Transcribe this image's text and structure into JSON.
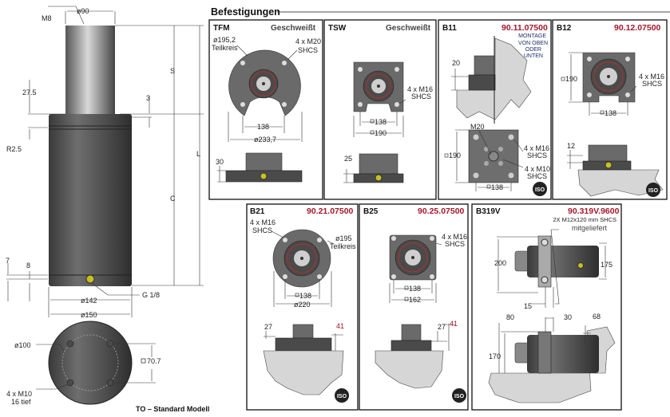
{
  "colors": {
    "accent_code": "#a3182b",
    "note": "#1a2f6b",
    "metal": "#5a5a5a",
    "port": "#c8c020"
  },
  "main": {
    "labels": {
      "m8": "M8",
      "d90": "ø90",
      "s": "S",
      "l": "L",
      "c": "C",
      "d275": "27.5",
      "d3": "3",
      "r25": "R2.5",
      "d7": "7",
      "d8": "8",
      "g18": "G 1/8",
      "d142": "ø142",
      "d150": "ø150",
      "d100": "ø100",
      "sq707": "70.7",
      "m10a": "4 x M10",
      "m10b": "16 tief"
    },
    "caption": "TO – Standard Modell"
  },
  "section_title": "Befestigungen",
  "panels": {
    "tfm": {
      "name": "TFM",
      "sub": "Geschweißt",
      "l1": "ø195,2",
      "l2": "Teilkreis",
      "l3": "4 x M20",
      "l4": "SHCS",
      "d1": "138",
      "d2": "ø233,7",
      "h": "30"
    },
    "tsw": {
      "name": "TSW",
      "sub": "Geschweißt",
      "l1": "4 x M16",
      "l2": "SHCS",
      "d1": "138",
      "d2": "190",
      "h": "25"
    },
    "b11": {
      "name": "B11",
      "code": "90.11.07500",
      "n1": "MONTAGE",
      "n2": "VON OBEN",
      "n3": "ODER",
      "n4": "UNTEN",
      "h": "20",
      "m20": "M20",
      "sq": "190",
      "l1": "4 x M16",
      "l2": "SHCS",
      "l3": "4 x M10",
      "l4": "SHCS",
      "d1": "138",
      "iso": "ISO"
    },
    "b12": {
      "name": "B12",
      "code": "90.12.07500",
      "sq": "190",
      "l1": "4 x M16",
      "l2": "SHCS",
      "d1": "138",
      "h": "12",
      "iso": "ISO"
    },
    "b21": {
      "name": "B21",
      "code": "90.21.07500",
      "l1": "4 x M16",
      "l2": "SHCS",
      "l3": "ø195",
      "l4": "Teilkreis",
      "d1": "138",
      "d2": "ø220",
      "h1": "27",
      "h2": "41",
      "iso": "ISO"
    },
    "b25": {
      "name": "B25",
      "code": "90.25.07500",
      "l1": "4 x M16",
      "l2": "SHCS",
      "d1": "138",
      "d2": "162",
      "h1": "27",
      "h2": "41",
      "iso": "ISO"
    },
    "b319v": {
      "name": "B319V",
      "code": "90.319V.9600",
      "n1": "2X M12x120 mm SHCS",
      "n2": "mitgeliefert",
      "d200": "200",
      "d175": "175",
      "d15": "15",
      "d80": "80",
      "d30": "30",
      "d68": "68",
      "d170": "170"
    }
  }
}
